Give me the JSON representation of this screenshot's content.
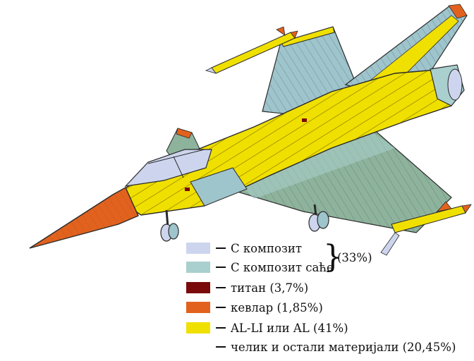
{
  "colors": {
    "c_composite": "#cdd5ee",
    "c_composite_honeycomb": "#a9cfce",
    "titanium": "#7a0a0a",
    "kevlar": "#e2621d",
    "al_li": "#f0e000",
    "steel_other": "#ffffff",
    "structure_blue": "#9ec4cc",
    "structure_green": "#8eb39c",
    "outline": "#2a2a2a"
  },
  "legend": {
    "items": [
      {
        "swatch": "c_composite",
        "label": "С композит"
      },
      {
        "swatch": "c_composite_honeycomb",
        "label": "С композит саће"
      },
      {
        "swatch": "titanium",
        "label": "титан (3,7%)"
      },
      {
        "swatch": "kevlar",
        "label": "кевлар (1,85%)"
      },
      {
        "swatch": "al_li",
        "label": "AL-LI или AL (41%)"
      },
      {
        "swatch": "steel_other",
        "label": "челик и остали материјали (20,45%)"
      }
    ],
    "group_brace": "}",
    "group_percent": "(33%)"
  }
}
